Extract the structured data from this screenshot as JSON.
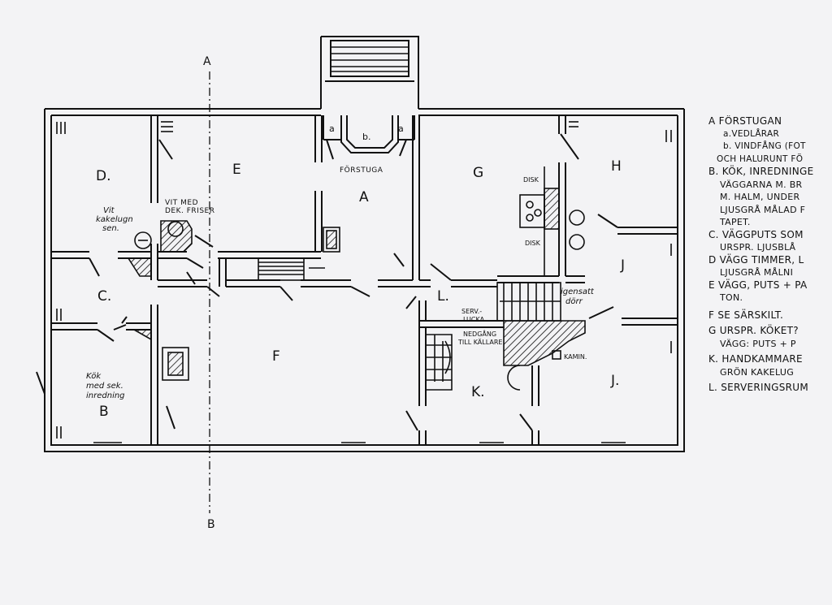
{
  "rooms": {
    "A": "A",
    "B": "B",
    "C": "C.",
    "D": "D.",
    "E": "E",
    "F": "F",
    "G": "G",
    "H": "H",
    "J1": "J",
    "J2": "J.",
    "K": "K.",
    "L": "L.",
    "a1": "a",
    "a2": "a",
    "b": "b."
  },
  "annotations": {
    "forstuga": "FÖRSTUGA",
    "vit_med_1": "VIT MED",
    "vit_med_2": "DEK. FRISER",
    "vit_kakel_1": "Vit",
    "vit_kakel_2": "kakelugn",
    "vit_kakel_3": "sen.",
    "kok_1": "Kök",
    "kok_2": "med sek.",
    "kok_3": "inredning",
    "disk1": "DISK",
    "disk2": "DISK",
    "igensatt_1": "igensatt",
    "igensatt_2": "dörr",
    "serv_1": "SERV.-",
    "serv_2": "LUCKA",
    "nedgang_1": "NEDGÅNG",
    "nedgang_2": "TILL KÄLLARE",
    "kamin": "KAMIN.",
    "axis_top": "A",
    "axis_bottom": "B"
  },
  "legend": [
    "A FÖRSTUGAN",
    "a.VEDLÅRAR",
    "b. VINDFÅNG (FOT",
    "OCH HALURUNT FÖ",
    "B. KÖK, INREDNINGE",
    "VÄGGARNA M. BR",
    "M. HALM, UNDER",
    "LJUSGRÅ MÅLAD F",
    "TAPET.",
    "C. VÄGGPUTS SOM",
    "URSPR. LJUSBLÅ",
    "D  VÄGG TIMMER, L",
    "LJUSGRÅ MÅLNI",
    "E  VÄGG, PUTS + PA",
    "TON.",
    "F  SE SÄRSKILT.",
    "G  URSPR. KÖKET?",
    "VÄGG: PUTS + P",
    "K.  HANDKAMMARE",
    "GRÖN KAKELUG",
    "L.  SERVERINGSRUM"
  ]
}
